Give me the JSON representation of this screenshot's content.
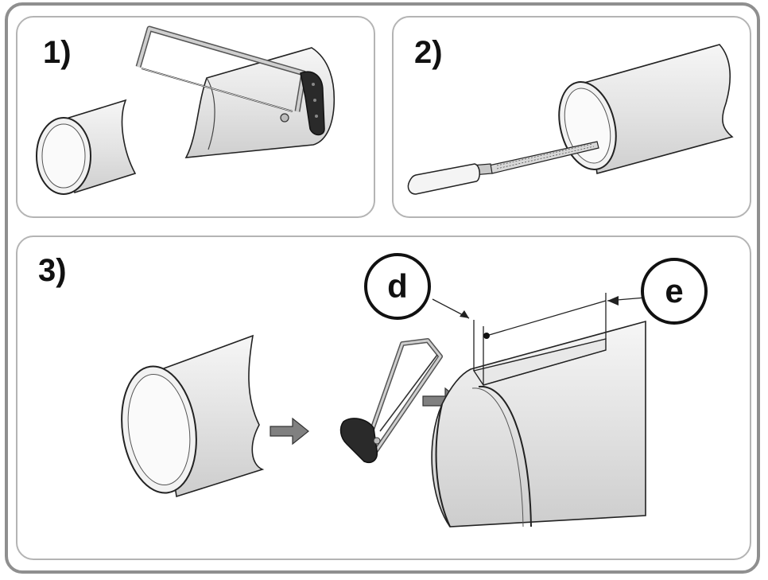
{
  "steps": [
    {
      "label": "1)"
    },
    {
      "label": "2)"
    },
    {
      "label": "3)"
    }
  ],
  "dimensions": {
    "d_label": "d",
    "e_label": "e"
  },
  "colors": {
    "frame": "#8f8f8f",
    "panel_border": "#b4b4b4",
    "pipe_fill": "#ececec",
    "pipe_shade": "#d6d6d6",
    "arrow": "#808080",
    "handle": "#2a2a2a"
  }
}
